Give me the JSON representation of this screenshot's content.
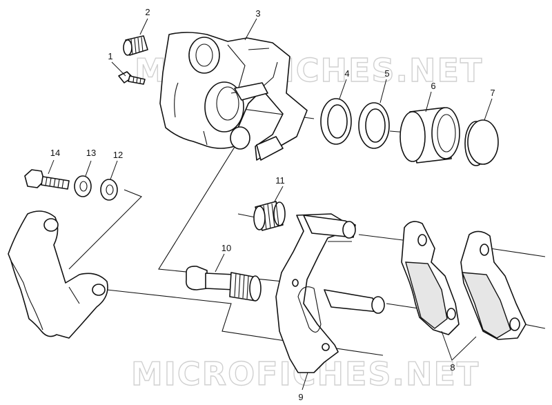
{
  "watermark_text": "MICROFICHES.NET",
  "callouts": {
    "c1": "1",
    "c2": "2",
    "c3": "3",
    "c4": "4",
    "c5": "5",
    "c6": "6",
    "c7": "7",
    "c8": "8",
    "c9": "9",
    "c10": "10",
    "c11": "11",
    "c12": "12",
    "c13": "13",
    "c14": "14"
  },
  "colors": {
    "line": "#111111",
    "watermark": "#c8c8c8",
    "background": "#ffffff"
  }
}
